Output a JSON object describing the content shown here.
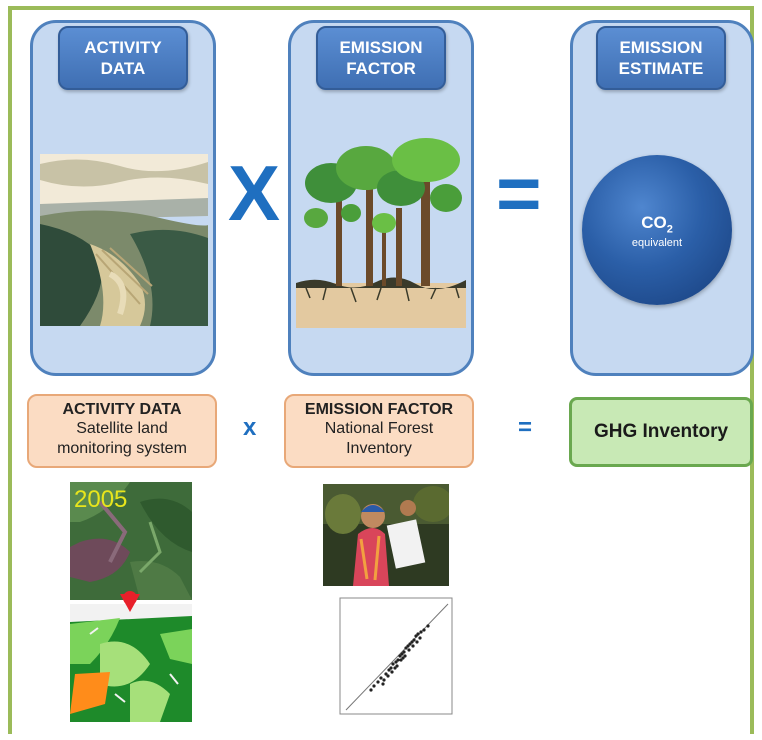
{
  "panels": {
    "activity": {
      "title": "ACTIVITY\nDATA"
    },
    "emission": {
      "title": "EMISSION\nFACTOR"
    },
    "estimate": {
      "title": "EMISSION\nESTIMATE",
      "co2": "CO",
      "co2_sub": "2",
      "equivalent": "equivalent"
    }
  },
  "operators": {
    "multiply_big": "X",
    "equals_big": "=",
    "multiply_small": "x",
    "equals_small": "="
  },
  "bottom": {
    "activity": {
      "title": "ACTIVITY DATA",
      "line1": "Satellite land",
      "line2": "monitoring system"
    },
    "emission": {
      "title": "EMISSION FACTOR",
      "line1": "National Forest",
      "line2": "Inventory"
    },
    "ghg": "GHG Inventory"
  },
  "satellite": {
    "year": "2005"
  },
  "colors": {
    "frame": "#9bbb59",
    "panel_fill": "#c6d9f1",
    "panel_border": "#4f81bd",
    "operator": "#1f6fc0",
    "box_orange": "#fbdcc3",
    "box_green": "#c8e9b5"
  }
}
